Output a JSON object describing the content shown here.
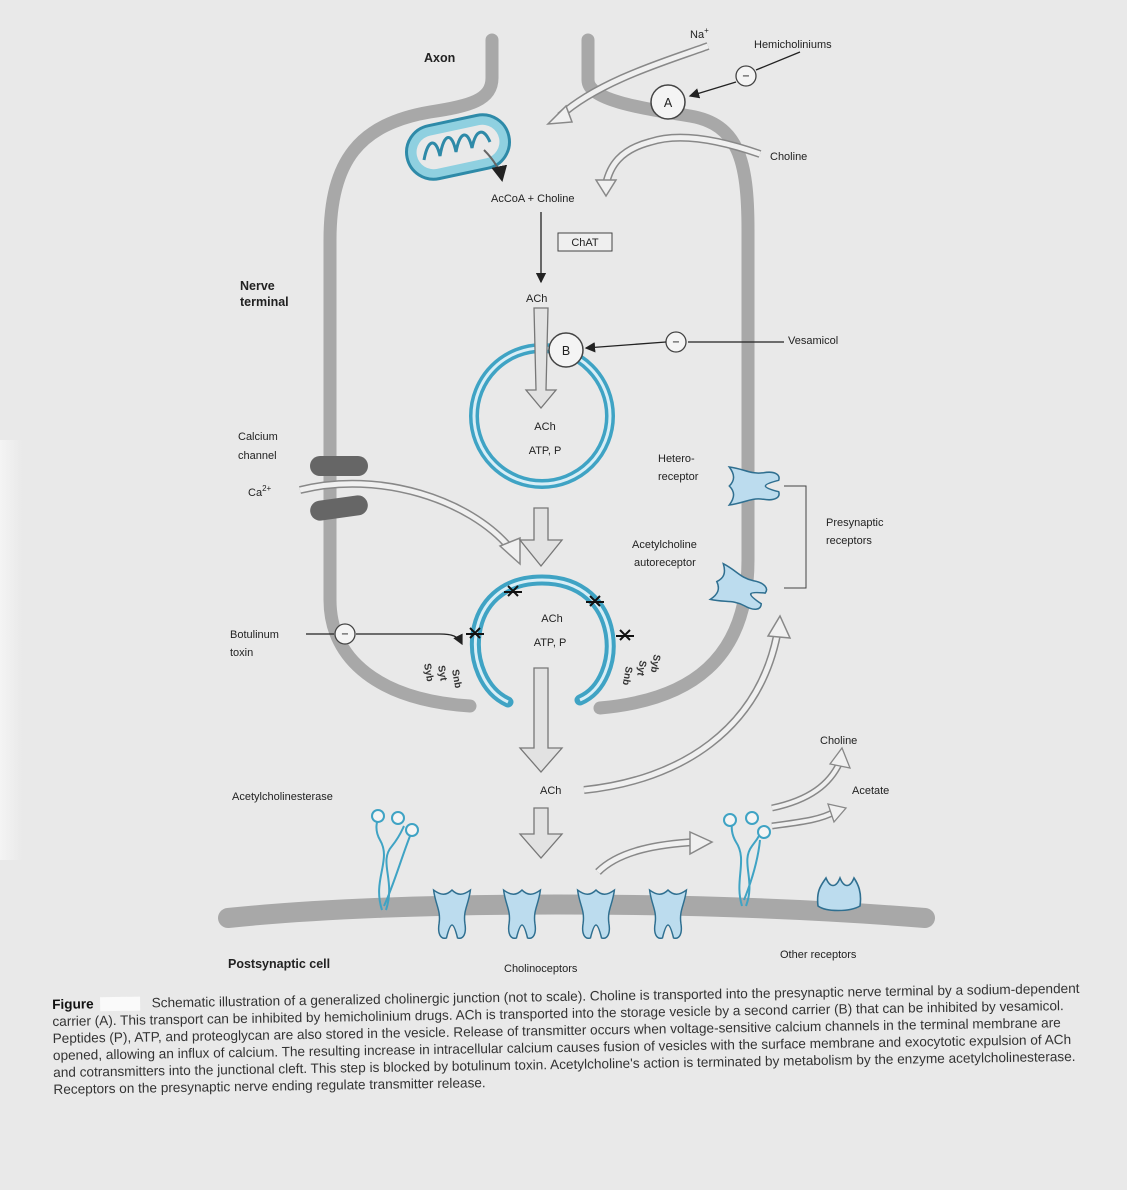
{
  "labels": {
    "axon": "Axon",
    "na": "Na",
    "na_sup": "+",
    "hemicholiniums": "Hemicholiniums",
    "carrier_a": "A",
    "choline_top": "Choline",
    "acoa_choline": "AcCoA + Choline",
    "chat": "ChAT",
    "ach_1": "ACh",
    "nerve": "Nerve",
    "terminal": "terminal",
    "carrier_b": "B",
    "vesamicol": "Vesamicol",
    "v1_ach": "ACh",
    "v1_atp": "ATP, P",
    "calcium": "Calcium",
    "channel": "channel",
    "ca": "Ca",
    "ca_sup": "2+",
    "hetero": "Hetero-",
    "receptor": "receptor",
    "presynaptic": "Presynaptic",
    "receptors": "receptors",
    "acetylcholine": "Acetylcholine",
    "autoreceptor": "autoreceptor",
    "botulinum": "Botulinum",
    "toxin": "toxin",
    "v2_ach": "ACh",
    "v2_atp": "ATP, P",
    "snare_left": [
      "Syb",
      "Syt",
      "Snb"
    ],
    "snare_right": [
      "Syb",
      "Syt",
      "Snb"
    ],
    "choline_bottom": "Choline",
    "acetate": "Acetate",
    "ach_cleft": "ACh",
    "acetylcholinesterase": "Acetylcholinesterase",
    "postsynaptic_cell": "Postsynaptic cell",
    "cholinoceptors": "Cholinoceptors",
    "other_receptors": "Other receptors",
    "inhibit": "−"
  },
  "caption": {
    "label": "Figure",
    "text": "Schematic illustration of a generalized cholinergic junction (not to scale). Choline is transported into the presynaptic nerve terminal by a sodium-dependent carrier (A). This transport can be inhibited by hemicholinium drugs. ACh is transported into the storage vesicle by a second carrier (B) that can be inhibited by vesamicol. Peptides (P), ATP, and proteoglycan are also stored in the vesicle. Release of transmitter occurs when voltage-sensitive calcium channels in the terminal membrane are opened, allowing an influx of calcium. The resulting increase in intracellular calcium causes fusion of vesicles with the surface membrane and exocytotic expulsion of ACh and cotransmitters into the junctional cleft. This step is blocked by botulinum toxin. Acetylcholine's action is terminated by metabolism by the enzyme acetylcholinesterase. Receptors on the presynaptic nerve ending regulate transmitter release."
  },
  "colors": {
    "membrane": "#a8a8a8",
    "vesicle": "#3fa3c4",
    "receptor": "#bcdcee",
    "receptor_stroke": "#2f6f90",
    "background": "#e9e9e9"
  }
}
